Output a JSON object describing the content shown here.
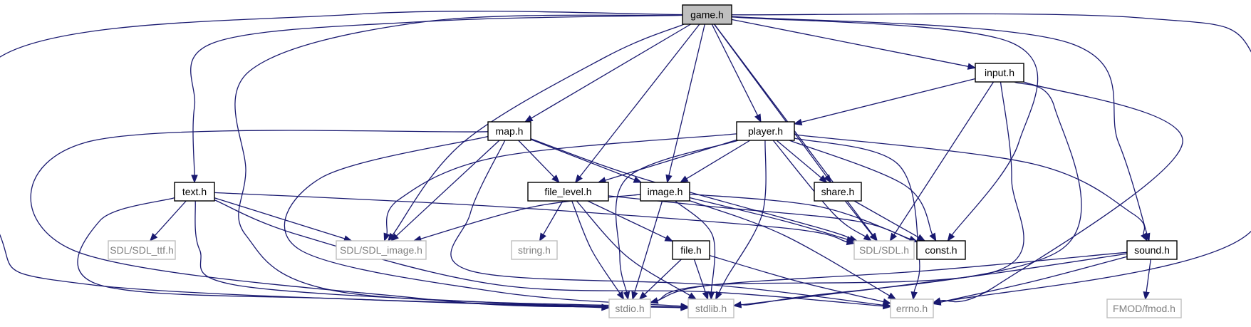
{
  "diagram": {
    "nodes": [
      {
        "id": "game_h",
        "label": "game.h",
        "kind": "root"
      },
      {
        "id": "input_h",
        "label": "input.h",
        "kind": "local"
      },
      {
        "id": "map_h",
        "label": "map.h",
        "kind": "local"
      },
      {
        "id": "player_h",
        "label": "player.h",
        "kind": "local"
      },
      {
        "id": "text_h",
        "label": "text.h",
        "kind": "local"
      },
      {
        "id": "file_level_h",
        "label": "file_level.h",
        "kind": "local"
      },
      {
        "id": "image_h",
        "label": "image.h",
        "kind": "local"
      },
      {
        "id": "share_h",
        "label": "share.h",
        "kind": "local"
      },
      {
        "id": "file_h",
        "label": "file.h",
        "kind": "local"
      },
      {
        "id": "sound_h",
        "label": "sound.h",
        "kind": "local"
      },
      {
        "id": "const_h",
        "label": "const.h",
        "kind": "local"
      },
      {
        "id": "sdl_ttf_h",
        "label": "SDL/SDL_ttf.h",
        "kind": "system"
      },
      {
        "id": "sdl_image_h",
        "label": "SDL/SDL_image.h",
        "kind": "system"
      },
      {
        "id": "string_h",
        "label": "string.h",
        "kind": "system"
      },
      {
        "id": "sdl_h",
        "label": "SDL/SDL.h",
        "kind": "system"
      },
      {
        "id": "stdio_h",
        "label": "stdio.h",
        "kind": "system"
      },
      {
        "id": "stdlib_h",
        "label": "stdlib.h",
        "kind": "system"
      },
      {
        "id": "errno_h",
        "label": "errno.h",
        "kind": "system"
      },
      {
        "id": "fmod_h",
        "label": "FMOD/fmod.h",
        "kind": "system"
      }
    ],
    "edges": [
      [
        "game_h",
        "input_h"
      ],
      [
        "game_h",
        "map_h"
      ],
      [
        "game_h",
        "player_h"
      ],
      [
        "game_h",
        "text_h"
      ],
      [
        "game_h",
        "file_level_h"
      ],
      [
        "game_h",
        "image_h"
      ],
      [
        "game_h",
        "share_h"
      ],
      [
        "game_h",
        "sound_h"
      ],
      [
        "game_h",
        "const_h"
      ],
      [
        "game_h",
        "sdl_h"
      ],
      [
        "game_h",
        "sdl_image_h"
      ],
      [
        "game_h",
        "stdio_h"
      ],
      [
        "game_h",
        "stdlib_h"
      ],
      [
        "game_h",
        "errno_h"
      ],
      [
        "input_h",
        "player_h"
      ],
      [
        "input_h",
        "sdl_h"
      ],
      [
        "input_h",
        "stdio_h"
      ],
      [
        "input_h",
        "stdlib_h"
      ],
      [
        "input_h",
        "errno_h"
      ],
      [
        "map_h",
        "file_level_h"
      ],
      [
        "map_h",
        "image_h"
      ],
      [
        "map_h",
        "sdl_image_h"
      ],
      [
        "map_h",
        "sdl_h"
      ],
      [
        "map_h",
        "stdio_h"
      ],
      [
        "map_h",
        "stdlib_h"
      ],
      [
        "map_h",
        "errno_h"
      ],
      [
        "player_h",
        "file_level_h"
      ],
      [
        "player_h",
        "image_h"
      ],
      [
        "player_h",
        "share_h"
      ],
      [
        "player_h",
        "sound_h"
      ],
      [
        "player_h",
        "const_h"
      ],
      [
        "player_h",
        "sdl_h"
      ],
      [
        "player_h",
        "sdl_image_h"
      ],
      [
        "player_h",
        "stdio_h"
      ],
      [
        "player_h",
        "stdlib_h"
      ],
      [
        "player_h",
        "errno_h"
      ],
      [
        "text_h",
        "sdl_ttf_h"
      ],
      [
        "text_h",
        "sdl_image_h"
      ],
      [
        "text_h",
        "sdl_h"
      ],
      [
        "text_h",
        "stdio_h"
      ],
      [
        "text_h",
        "stdlib_h"
      ],
      [
        "text_h",
        "errno_h"
      ],
      [
        "file_level_h",
        "file_h"
      ],
      [
        "file_level_h",
        "string_h"
      ],
      [
        "file_level_h",
        "const_h"
      ],
      [
        "file_level_h",
        "stdio_h"
      ],
      [
        "file_level_h",
        "stdlib_h"
      ],
      [
        "image_h",
        "sdl_image_h"
      ],
      [
        "image_h",
        "sdl_h"
      ],
      [
        "image_h",
        "const_h"
      ],
      [
        "image_h",
        "stdio_h"
      ],
      [
        "image_h",
        "stdlib_h"
      ],
      [
        "image_h",
        "errno_h"
      ],
      [
        "share_h",
        "sdl_h"
      ],
      [
        "share_h",
        "const_h"
      ],
      [
        "file_h",
        "stdio_h"
      ],
      [
        "file_h",
        "stdlib_h"
      ],
      [
        "file_h",
        "errno_h"
      ],
      [
        "sound_h",
        "fmod_h"
      ],
      [
        "sound_h",
        "stdio_h"
      ],
      [
        "sound_h",
        "stdlib_h"
      ],
      [
        "sound_h",
        "errno_h"
      ]
    ]
  },
  "colors": {
    "edge": "#191970",
    "root_fill": "#bfbfbf",
    "node_fill": "#ffffff",
    "node_border": "#000000",
    "system_border": "#bfbfbf",
    "system_text": "#808080",
    "node_text": "#000000"
  }
}
